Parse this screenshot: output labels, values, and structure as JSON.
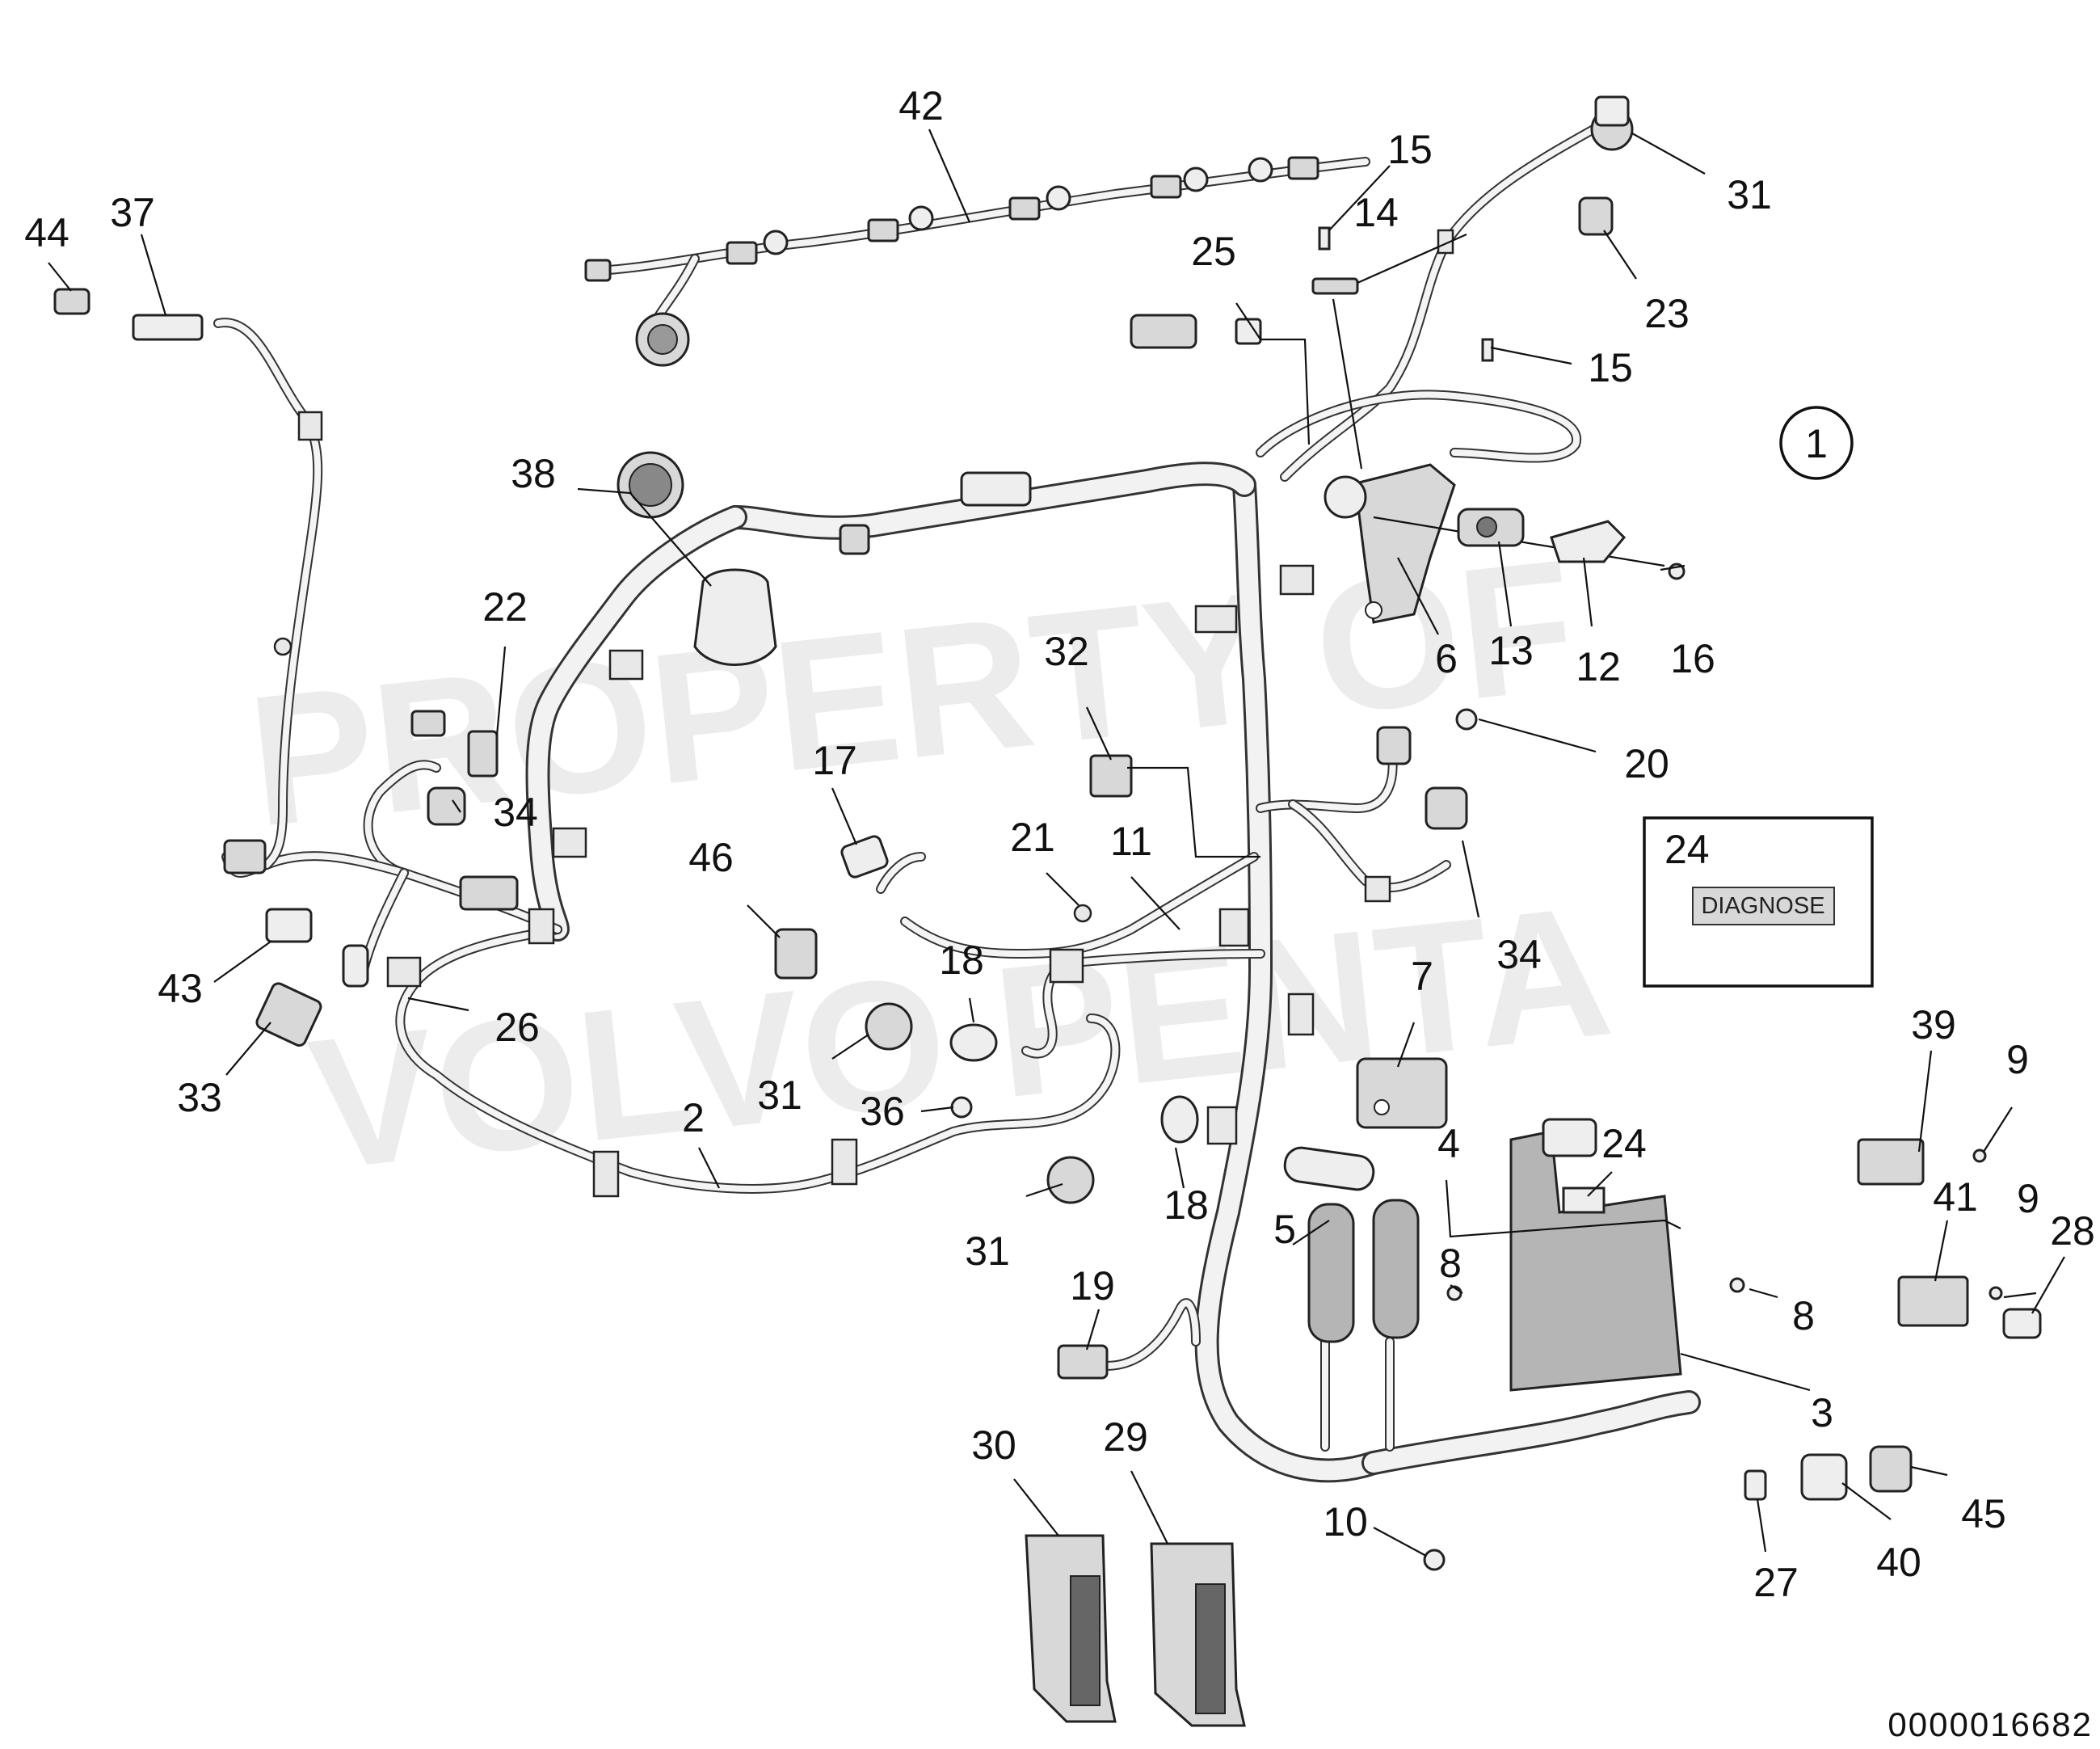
{
  "watermark": [
    "PROPERTY OF",
    "VOLVO PENTA"
  ],
  "view_marker": "1",
  "document_number": "0000016682",
  "diagnose_box": {
    "item": "24",
    "label": "DIAGNOSE"
  },
  "callouts": {
    "c42": "42",
    "c15a": "15",
    "c14": "14",
    "c31a": "31",
    "c44": "44",
    "c37": "37",
    "c25": "25",
    "c23": "23",
    "c15b": "15",
    "c38": "38",
    "c6": "6",
    "c13": "13",
    "c12": "12",
    "c16": "16",
    "c22": "22",
    "c32": "32",
    "c20": "20",
    "c17": "17",
    "c34a": "34",
    "c21": "21",
    "c11": "11",
    "c46": "46",
    "c34b": "34",
    "c18a": "18",
    "c43": "43",
    "c26": "26",
    "c7": "7",
    "c39": "39",
    "c9a": "9",
    "c33": "33",
    "c31b": "31",
    "c36": "36",
    "c2": "2",
    "c4": "4",
    "c24": "24",
    "c41": "41",
    "c9b": "9",
    "c28": "28",
    "c31c": "31",
    "c18b": "18",
    "c5": "5",
    "c8a": "8",
    "c19": "19",
    "c8b": "8",
    "c3": "3",
    "c30": "30",
    "c29": "29",
    "c10": "10",
    "c45": "45",
    "c40": "40",
    "c27": "27"
  }
}
